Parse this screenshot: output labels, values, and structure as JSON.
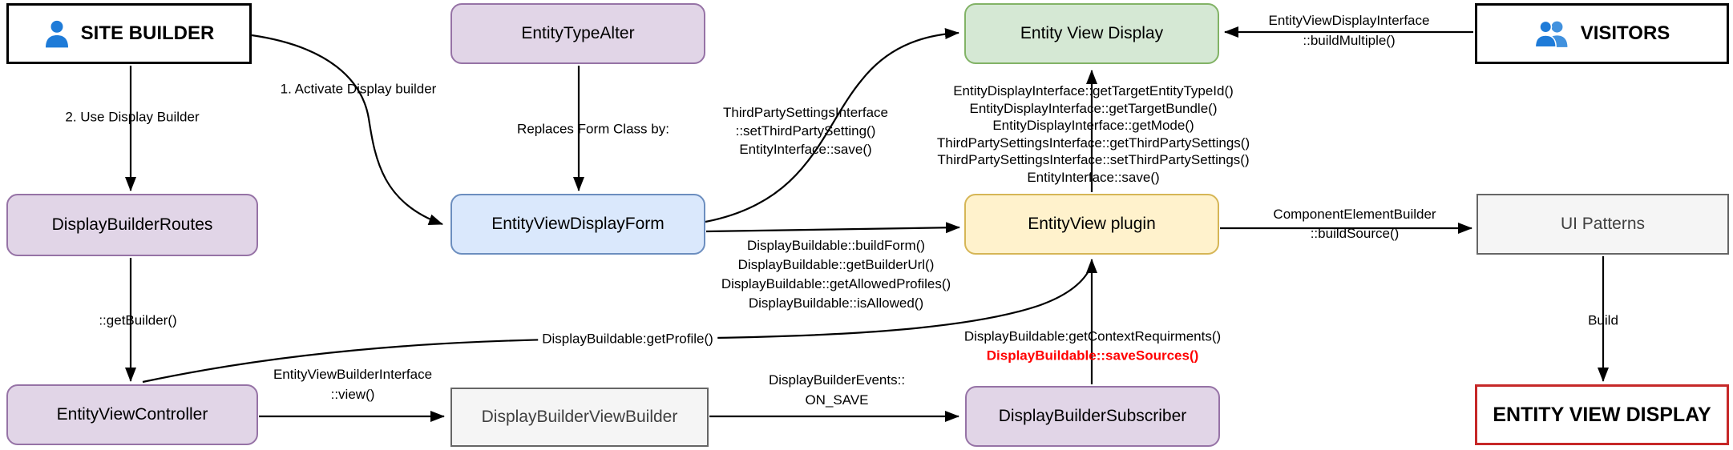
{
  "diagram": {
    "nodes": {
      "site_builder": "SITE BUILDER",
      "entity_type_alter": "EntityTypeAlter",
      "entity_view_display": "Entity View Display",
      "visitors": "VISITORS",
      "display_builder_routes": "DisplayBuilderRoutes",
      "entity_view_display_form": "EntityViewDisplayForm",
      "entity_view_plugin": "EntityView plugin",
      "ui_patterns": "UI Patterns",
      "entity_view_controller": "EntityViewController",
      "display_builder_view_builder": "DisplayBuilderViewBuilder",
      "display_builder_subscriber": "DisplayBuilderSubscriber",
      "entity_view_display_final": "ENTITY VIEW DISPLAY"
    },
    "edges": {
      "use_display_builder": "2. Use Display Builder",
      "activate_display_builder": "1. Activate Display builder",
      "replaces_form_class": "Replaces Form Class by:",
      "set_third_party": [
        "ThirdPartySettingsInterface",
        "::setThirdPartySetting()",
        "EntityInterface::save()"
      ],
      "build_multiple": [
        "EntityViewDisplayInterface",
        "::buildMultiple()"
      ],
      "display_interface_methods": [
        "EntityDisplayInterface::getTargetEntityTypeId()",
        "EntityDisplayInterface::getTargetBundle()",
        "EntityDisplayInterface::getMode()",
        "ThirdPartySettingsInterface::getThirdPartySettings()",
        "ThirdPartySettingsInterface::setThirdPartySettings()",
        "EntityInterface::save()"
      ],
      "buildable_methods": [
        "DisplayBuildable::buildForm()",
        "DisplayBuildable::getBuilderUrl()",
        "DisplayBuildable::getAllowedProfiles()",
        "DisplayBuildable::isAllowed()"
      ],
      "component_element_builder": [
        "ComponentElementBuilder",
        "::buildSource()"
      ],
      "get_builder": "::getBuilder()",
      "get_profile": "DisplayBuildable:getProfile()",
      "get_context_requirments": "DisplayBuildable:getContextRequirments()",
      "save_sources": "DisplayBuildable::saveSources()",
      "view": [
        "EntityViewBuilderInterface",
        "::view()"
      ],
      "on_save": [
        "DisplayBuilderEvents::",
        "ON_SAVE"
      ],
      "build": "Build"
    },
    "icons": {
      "site_builder": "person-icon",
      "visitors": "people-icon"
    },
    "colors": {
      "purple_fill": "#E1D5E7",
      "purple_stroke": "#9673A6",
      "blue_fill": "#DAE8FC",
      "blue_stroke": "#6C8EBF",
      "green_fill": "#D5E8D4",
      "green_stroke": "#82B366",
      "yellow_fill": "#FFF2CC",
      "yellow_stroke": "#D6B656",
      "gray_fill": "#F5F5F5",
      "gray_stroke": "#666666",
      "actor_border": "#000000",
      "red_box_border": "#C62828",
      "red_text": "#FF0000",
      "icon_blue": "#1E7BD8",
      "icon_blue_light": "#4191DE",
      "arrow": "#000000"
    }
  }
}
